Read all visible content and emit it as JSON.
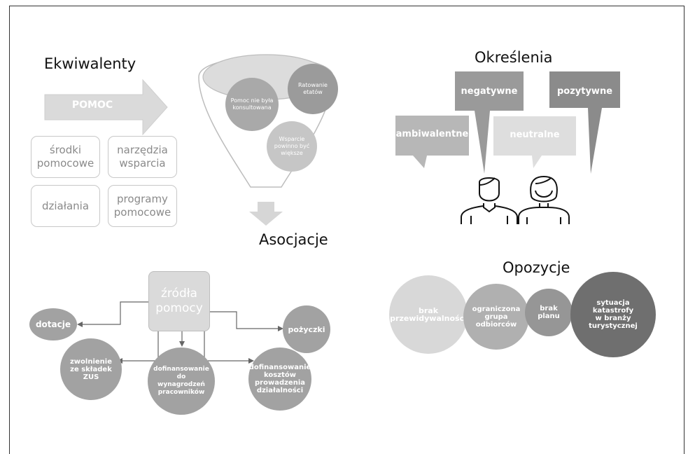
{
  "ekwiwalenty": {
    "title": "Ekwiwalenty",
    "arrow_label": "POMOC",
    "boxes": [
      "środki\npomocowe",
      "narzędzia\nwsparcia",
      "działania",
      "programy\npomocowe"
    ]
  },
  "asocjacje": {
    "title": "Asocjacje",
    "circles": [
      "Pomoc nie była konsultowana",
      "Ratowanie etatów",
      "Wsparcie powinno być większe"
    ]
  },
  "okreslenia": {
    "title": "Określenia",
    "bubbles": [
      "negatywne",
      "pozytywne",
      "ambiwalentne",
      "neutralne"
    ]
  },
  "zrodla": {
    "center": "źródła\npomocy",
    "nodes": [
      "dotacje",
      "pożyczki",
      "zwolnienie ze składek ZUS",
      "dofinansowanie do wynagrodzeń pracowników",
      "dofinansowanie kosztów prowadzenia działalności"
    ]
  },
  "opozycje": {
    "title": "Opozycje",
    "circles": [
      "brak przewidywalności",
      "ograniczona grupa odbiorców",
      "brak planu",
      "sytuacja katastrofy w branży turystycznej"
    ]
  },
  "colors": {
    "light": "#d8d8d8",
    "mid": "#b3b3b3",
    "dark": "#8f8f8f",
    "darker": "#6f6f6f"
  }
}
